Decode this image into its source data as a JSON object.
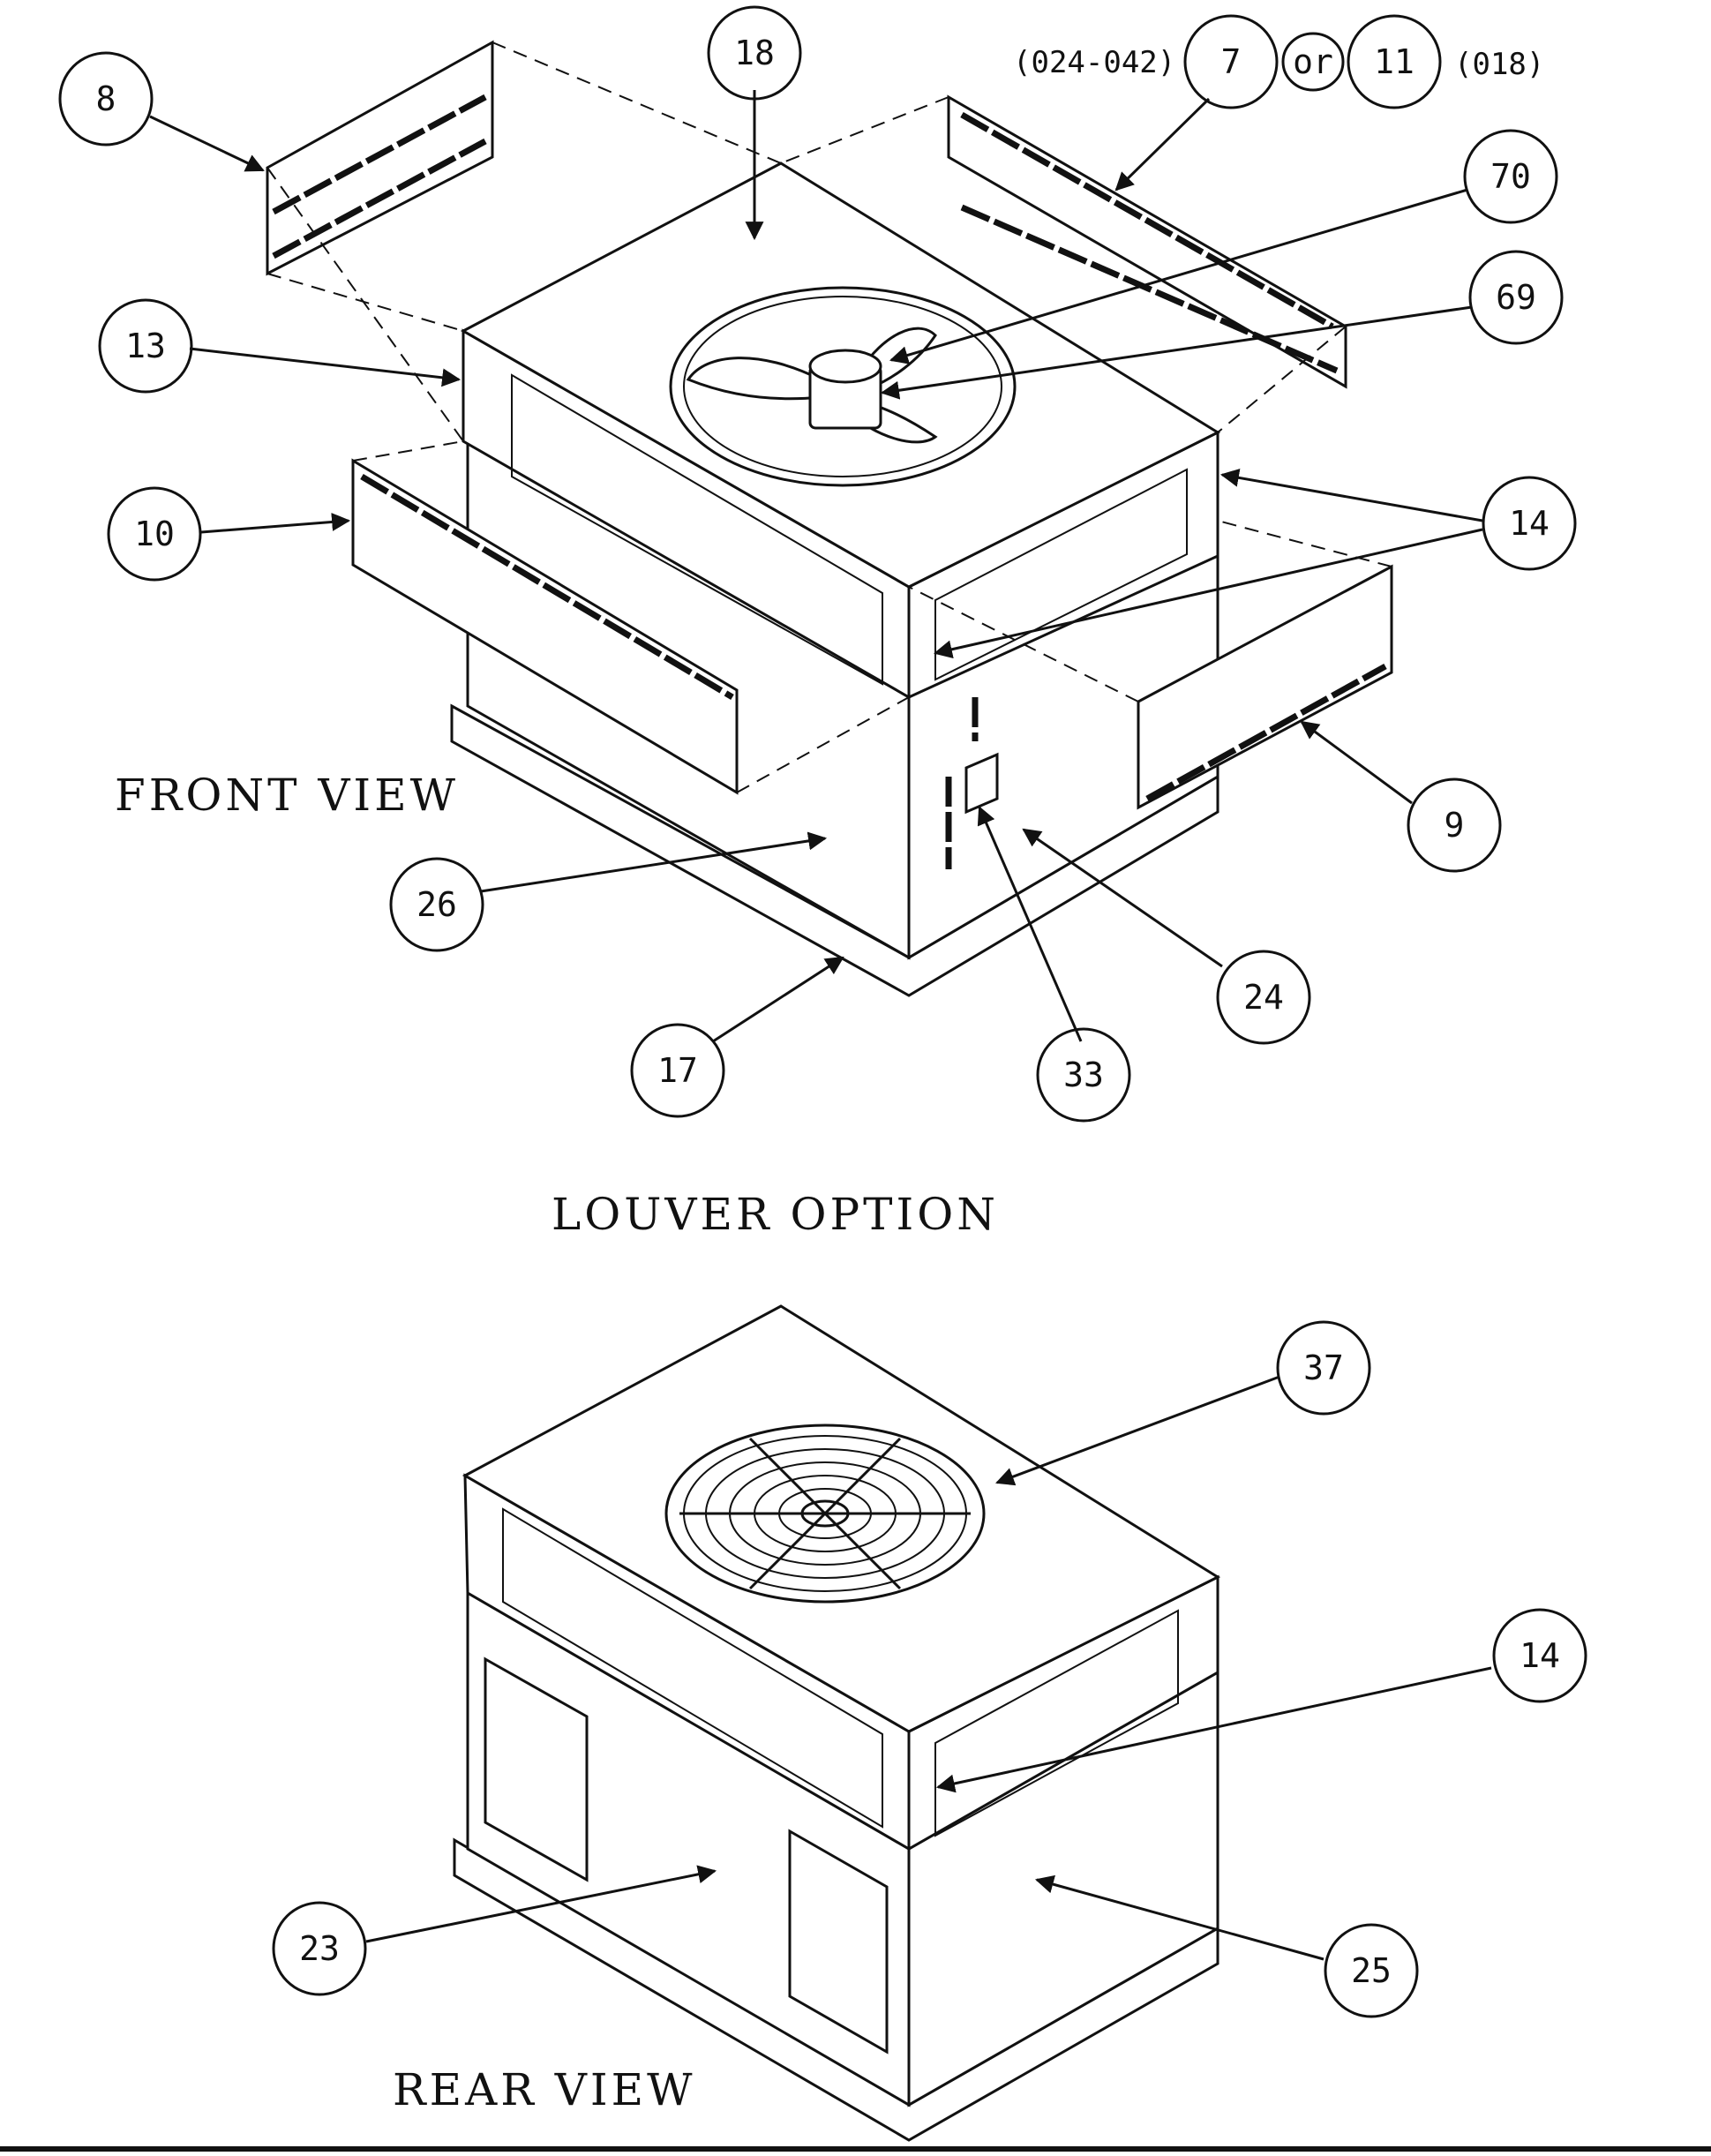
{
  "labels": {
    "front_view": "FRONT VIEW",
    "louver_option": "LOUVER OPTION",
    "rear_view": "REAR VIEW",
    "model_range_a": "(024-042)",
    "model_range_b": "(018)",
    "or_text": "or"
  },
  "callouts": {
    "c7": "7",
    "c8": "8",
    "c9": "9",
    "c10": "10",
    "c11": "11",
    "c13": "13",
    "c14_front": "14",
    "c14_rear": "14",
    "c17": "17",
    "c18": "18",
    "c23": "23",
    "c24": "24",
    "c25": "25",
    "c26": "26",
    "c33": "33",
    "c37": "37",
    "c69": "69",
    "c70": "70"
  }
}
